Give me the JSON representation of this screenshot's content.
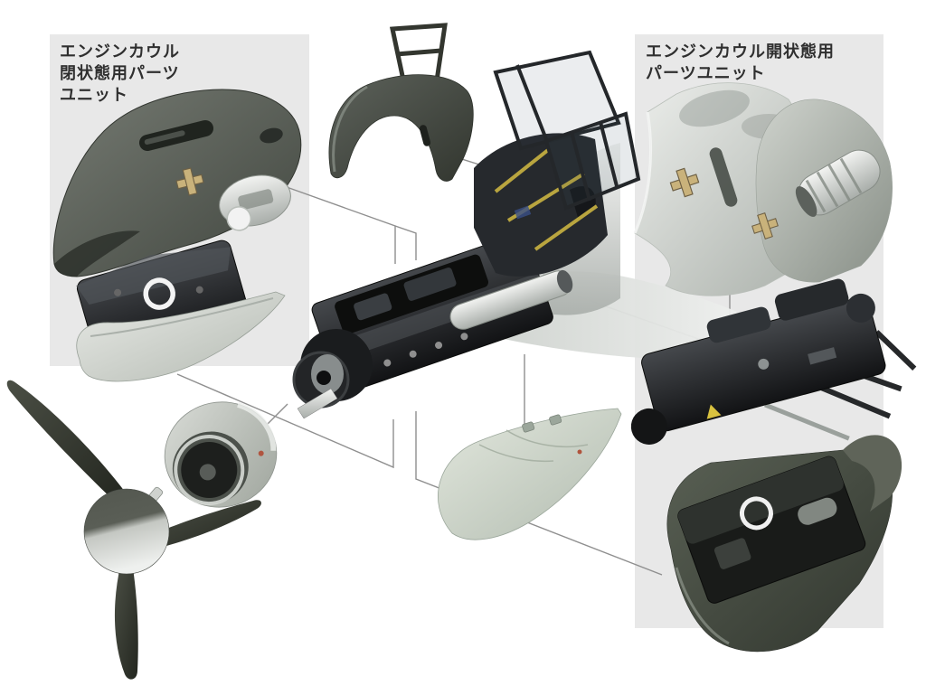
{
  "panels": {
    "left": {
      "label_lines": [
        "エンジンカウル",
        "閉状態用パーツ",
        "ユニット"
      ]
    },
    "right": {
      "label_lines": [
        "エンジンカウル開状態用",
        "パーツユニット"
      ]
    }
  },
  "parts": {
    "left_unit": [
      "engine-cowl-top-closed",
      "engine-block",
      "cowl-belly-pan"
    ],
    "center": [
      "machine-gun-cowl",
      "canopy-frames",
      "fuselage-engine-assembly",
      "propeller-and-spinner",
      "cowl-ring",
      "drop-tank"
    ],
    "right_unit": [
      "engine-cowl-open-left",
      "engine-cowl-open-right",
      "engine-with-mount-frame",
      "engine-cowl-bottom"
    ]
  },
  "palette": {
    "background": "#ffffff",
    "panel-bg": "#e8e8e8",
    "label-color": "#2f2f2f",
    "connector-color": "#8f8f8f",
    "cross-marking": "#c9b27b",
    "warning-triangle": "#d9c23f",
    "drop-tank": "#c9d2c6",
    "dark-cowl": "#41463f"
  }
}
